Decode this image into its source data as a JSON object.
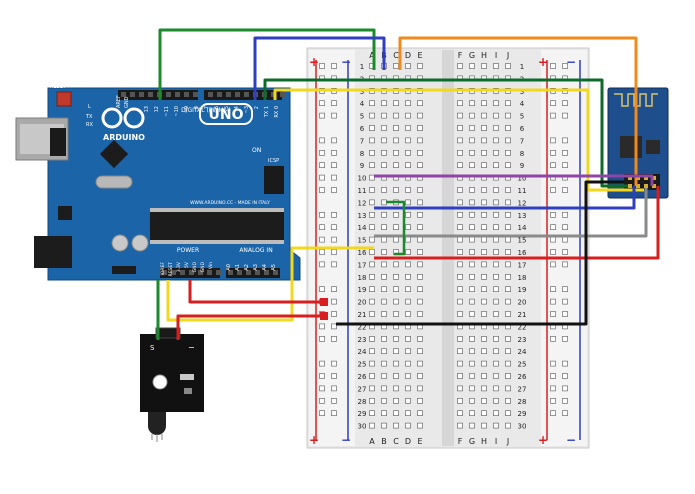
{
  "arduino": {
    "board_name": "UNO",
    "brand": "ARDUINO",
    "digital_header_label": "DIGITAL (PWM~)",
    "power_header_label": "POWER",
    "analog_header_label": "ANALOG IN",
    "on_label": "ON",
    "tx_label": "TX",
    "rx_label": "RX",
    "l_label": "L",
    "aref_label": "AREF",
    "gnd_label": "GND",
    "icsp_label": "ICSP",
    "reset_label": "RESET",
    "made_in_label": "WWW.ARDUINO.CC - MADE IN ITALY",
    "digital_pins": [
      "13",
      "12",
      "~11",
      "~10",
      "~9",
      "8",
      "7",
      "~6",
      "~5",
      "4",
      "~3",
      "2",
      "TX 1",
      "RX 0"
    ],
    "power_pins": [
      "IOREF",
      "RESET",
      "3.3V",
      "5V",
      "GND",
      "GND",
      "Vin"
    ],
    "analog_pins": [
      "A0",
      "A1",
      "A2",
      "A3",
      "A4",
      "A5"
    ]
  },
  "breadboard": {
    "column_letters_left": [
      "A",
      "B",
      "C",
      "D",
      "E"
    ],
    "column_letters_right": [
      "F",
      "G",
      "H",
      "I",
      "J"
    ],
    "row_count": 30,
    "plus_sign": "+",
    "minus_sign": "−"
  },
  "sensor": {
    "pin_labels": [
      "S",
      "−"
    ]
  },
  "colors": {
    "green_wire": "#1a8a2a",
    "blue_wire": "#2f3fc0",
    "orange_wire": "#f08a1c",
    "dark_green_wire": "#0d6b2a",
    "yellow_wire": "#f2d81c",
    "purple_wire": "#8f44a8",
    "gray_wire": "#8a8a8a",
    "red_wire": "#d81e1e",
    "black_wire": "#111111",
    "board_blue": "#1b64a8",
    "esp_blue": "#1e4e8c"
  }
}
